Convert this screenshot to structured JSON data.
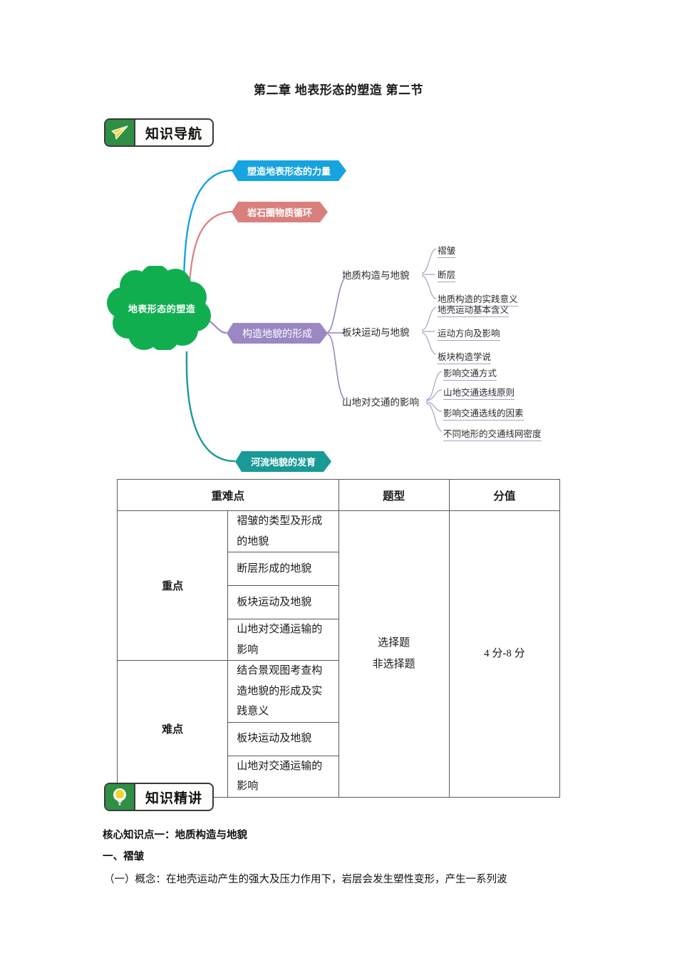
{
  "document": {
    "title": "第二章 地表形态的塑造 第二节"
  },
  "badges": {
    "navigation": {
      "label": "知识导航",
      "icon": "paper-plane-icon",
      "icon_color": "#f2d42e",
      "box_color": "#2f8f45"
    },
    "lecture": {
      "label": "知识精讲",
      "icon": "lightbulb-icon",
      "icon_color": "#f2d42e",
      "box_color": "#2f8f45"
    }
  },
  "mindmap": {
    "center": {
      "label": "地表形态的塑造",
      "color": "#10ae4f"
    },
    "nodes": [
      {
        "label": "塑造地表形态的力量",
        "color": "#17a3e0"
      },
      {
        "label": "岩石圈物质循环",
        "color": "#d9807f"
      },
      {
        "label": "构造地貌的形成",
        "color": "#9a87c4"
      },
      {
        "label": "河流地貌的发育",
        "color": "#199a96"
      }
    ],
    "branches": [
      {
        "label": "地质构造与地貌",
        "leaves": [
          "褶皱",
          "断层",
          "地质构造的实践意义"
        ]
      },
      {
        "label": "板块运动与地貌",
        "leaves": [
          "地壳运动基本含义",
          "运动方向及影响",
          "板块构造学说"
        ]
      },
      {
        "label": "山地对交通的影响",
        "leaves": [
          "影响交通方式",
          "山地交通选线原则",
          "影响交通选线的因素",
          "不同地形的交通线网密度"
        ]
      }
    ]
  },
  "table": {
    "headers": {
      "points": "重难点",
      "type": "题型",
      "score": "分值"
    },
    "categories": {
      "key": "重点",
      "hard": "难点"
    },
    "key_points": [
      "褶皱的类型及形成的地貌",
      "断层形成的地貌",
      "板块运动及地貌",
      "山地对交通运输的影响"
    ],
    "hard_points": [
      "结合景观图考查构造地貌的形成及实践意义",
      "板块运动及地貌",
      "山地对交通运输的影响"
    ],
    "question_type_line1": "选择题",
    "question_type_line2": "非选择题",
    "score_value": "4 分-8 分"
  },
  "content": {
    "core_heading": "核心知识点一：地质构造与地貌",
    "section_heading": "一、褶皱",
    "concept_line": "（一）概念：在地壳运动产生的强大及压力作用下，岩层会发生塑性变形，产生一系列波"
  }
}
